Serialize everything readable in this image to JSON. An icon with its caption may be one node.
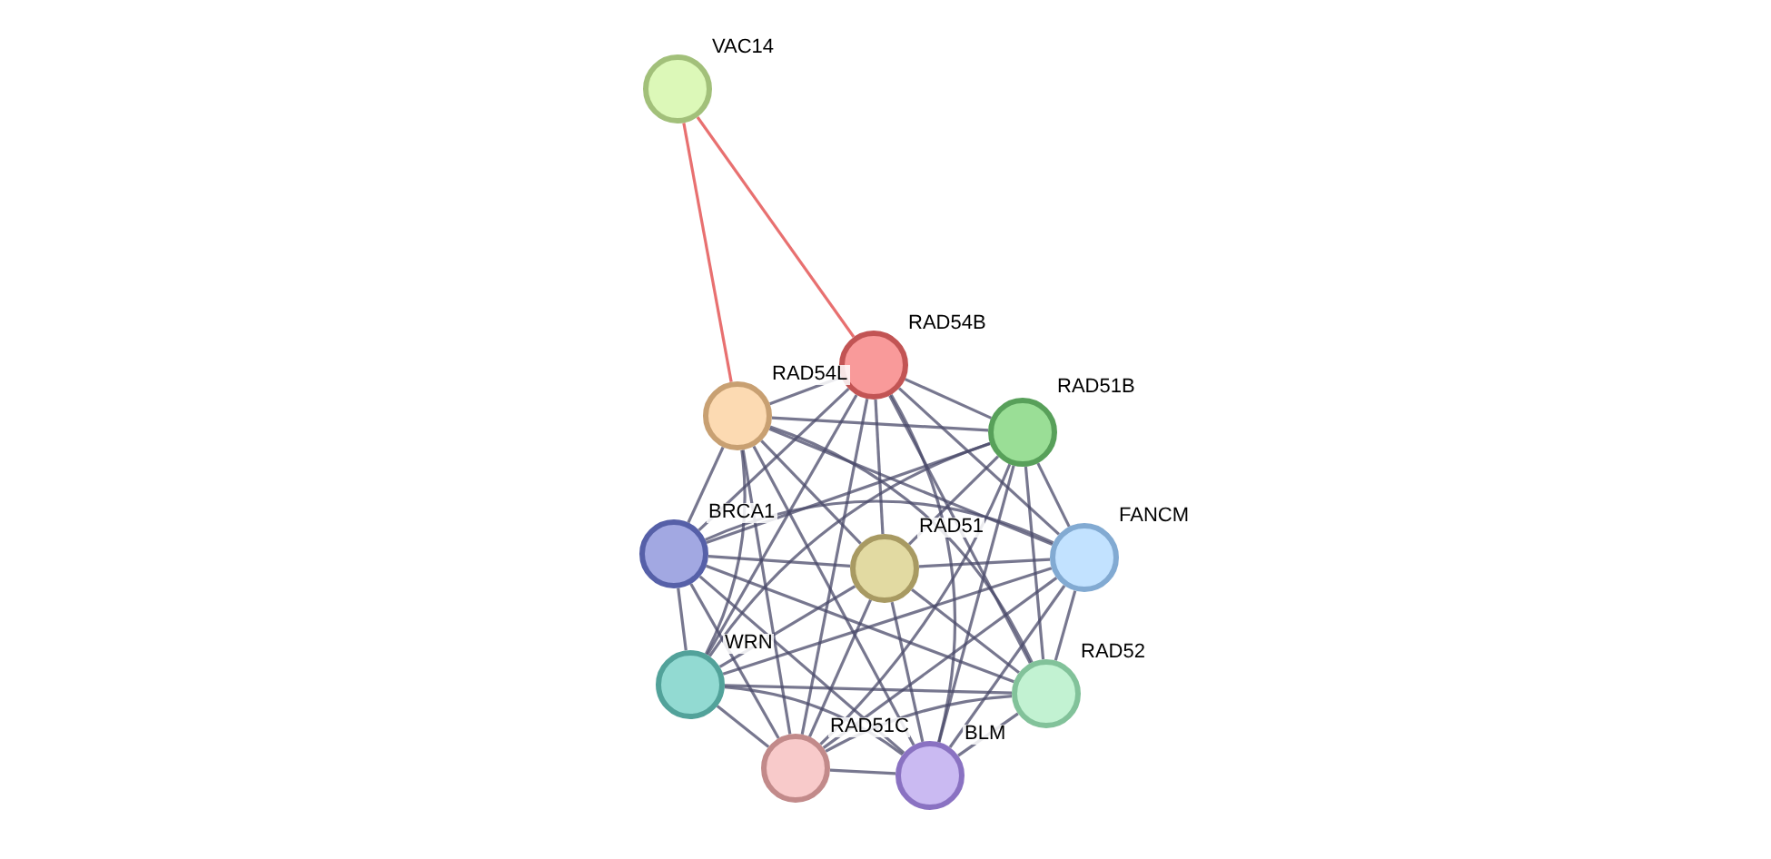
{
  "diagram": {
    "nodes": [
      {
        "text": [
          "VAC14"
        ]
      },
      {
        "text": [
          "RAD54B"
        ]
      },
      {
        "text": [
          "RAD54L"
        ]
      },
      {
        "text": [
          "RAD51B"
        ]
      },
      {
        "text": [
          "BRCA1"
        ]
      },
      {
        "text": [
          "RAD51"
        ]
      },
      {
        "text": [
          "FANCM"
        ]
      },
      {
        "text": [
          "WRN"
        ]
      },
      {
        "text": [
          "RAD52"
        ]
      },
      {
        "text": [
          "RAD51C"
        ]
      },
      {
        "text": [
          "BLM"
        ]
      }
    ],
    "edges": [
      {
        "from": 0,
        "to": 1,
        "arrow": "none",
        "color": "#e04040"
      },
      {
        "from": 0,
        "to": 2,
        "arrow": "none",
        "color": "#e04040"
      },
      {
        "from": 1,
        "to": 2,
        "arrow": "none"
      },
      {
        "from": 1,
        "to": 3,
        "arrow": "none"
      },
      {
        "from": 1,
        "to": 4,
        "arrow": "none"
      },
      {
        "from": 1,
        "to": 5,
        "arrow": "none"
      },
      {
        "from": 1,
        "to": 6,
        "arrow": "none"
      },
      {
        "from": 1,
        "to": 7,
        "arrow": "none"
      },
      {
        "from": 1,
        "to": 8,
        "arrow": "none"
      },
      {
        "from": 1,
        "to": 9,
        "arrow": "none"
      },
      {
        "from": 1,
        "to": 10,
        "arrow": "none"
      },
      {
        "from": 2,
        "to": 3,
        "arrow": "none"
      },
      {
        "from": 2,
        "to": 4,
        "arrow": "none"
      },
      {
        "from": 2,
        "to": 5,
        "arrow": "none"
      },
      {
        "from": 2,
        "to": 6,
        "arrow": "none"
      },
      {
        "from": 2,
        "to": 7,
        "arrow": "none"
      },
      {
        "from": 2,
        "to": 8,
        "arrow": "none"
      },
      {
        "from": 2,
        "to": 9,
        "arrow": "none"
      },
      {
        "from": 2,
        "to": 10,
        "arrow": "none"
      },
      {
        "from": 3,
        "to": 4,
        "arrow": "none"
      },
      {
        "from": 3,
        "to": 5,
        "arrow": "none"
      },
      {
        "from": 3,
        "to": 6,
        "arrow": "none"
      },
      {
        "from": 3,
        "to": 7,
        "arrow": "none"
      },
      {
        "from": 3,
        "to": 8,
        "arrow": "none"
      },
      {
        "from": 3,
        "to": 9,
        "arrow": "none"
      },
      {
        "from": 3,
        "to": 10,
        "arrow": "none"
      },
      {
        "from": 4,
        "to": 5,
        "arrow": "none"
      },
      {
        "from": 4,
        "to": 6,
        "arrow": "none"
      },
      {
        "from": 4,
        "to": 7,
        "arrow": "none"
      },
      {
        "from": 4,
        "to": 8,
        "arrow": "none"
      },
      {
        "from": 4,
        "to": 9,
        "arrow": "none"
      },
      {
        "from": 4,
        "to": 10,
        "arrow": "none"
      },
      {
        "from": 5,
        "to": 6,
        "arrow": "none"
      },
      {
        "from": 5,
        "to": 7,
        "arrow": "none"
      },
      {
        "from": 5,
        "to": 8,
        "arrow": "none"
      },
      {
        "from": 5,
        "to": 9,
        "arrow": "none"
      },
      {
        "from": 5,
        "to": 10,
        "arrow": "none"
      },
      {
        "from": 6,
        "to": 7,
        "arrow": "none"
      },
      {
        "from": 6,
        "to": 8,
        "arrow": "none"
      },
      {
        "from": 6,
        "to": 9,
        "arrow": "none"
      },
      {
        "from": 6,
        "to": 10,
        "arrow": "none"
      },
      {
        "from": 7,
        "to": 8,
        "arrow": "none"
      },
      {
        "from": 7,
        "to": 9,
        "arrow": "none"
      },
      {
        "from": 7,
        "to": 10,
        "arrow": "none"
      },
      {
        "from": 8,
        "to": 9,
        "arrow": "none"
      },
      {
        "from": 8,
        "to": 10,
        "arrow": "none"
      },
      {
        "from": 9,
        "to": 10,
        "arrow": "none"
      }
    ]
  }
}
